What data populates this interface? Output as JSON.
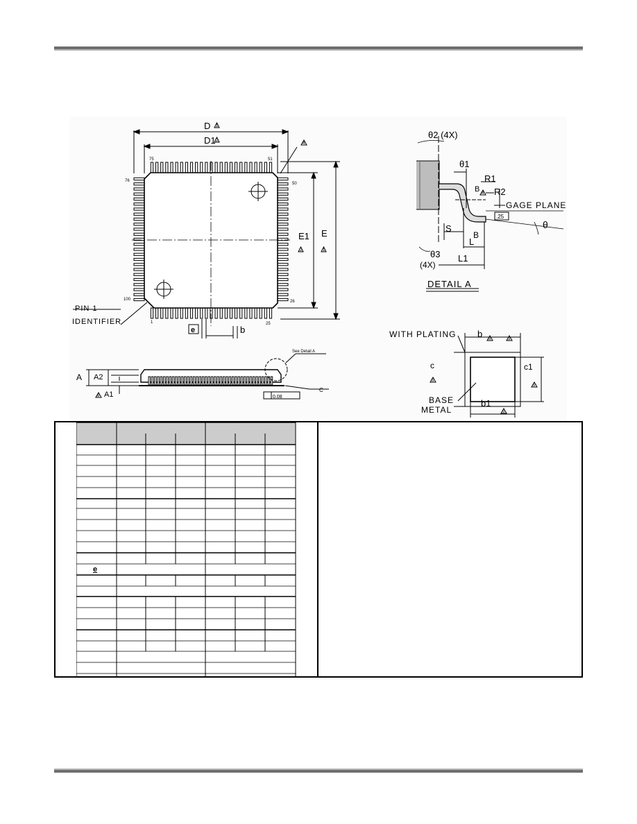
{
  "drawing": {
    "top_view": {
      "dim_D": "D",
      "dim_D1": "D1",
      "dim_E": "E",
      "dim_E1": "E1",
      "pin_labels": [
        "75",
        "51",
        "76",
        "50",
        "100",
        "26",
        "1",
        "25"
      ],
      "note_flag_D": "1",
      "note_flag_D1": "2",
      "note_flag_E": "1",
      "note_flag_E1": "2",
      "note_flag_corner": "4",
      "pin1_label_line1": "PIN 1",
      "pin1_label_line2": "IDENTIFIER",
      "pitch_symbol": "e",
      "lead_width": "b"
    },
    "side_view": {
      "A": "A",
      "A2": "A2",
      "A1": "A1",
      "A1_flag": "6",
      "see_detail": "See Detail A",
      "coplanarity": "0.08",
      "datum": "C"
    },
    "detail_a": {
      "title": "DETAIL A",
      "theta2": "θ2 (4X)",
      "theta1": "θ1",
      "theta3": "θ3",
      "theta3_count": "(4X)",
      "theta": "θ",
      "R1": "R1",
      "R2": "R2",
      "B": "B",
      "B_flag": "4",
      "gage_plane": "GAGE PLANE",
      "gage_value": ".25",
      "S": "S",
      "L": "L",
      "L1": "L1"
    },
    "section_bb": {
      "with_plating": "WITH PLATING",
      "b": "b",
      "b_flags": [
        "5",
        "3"
      ],
      "c": "c",
      "c_flag": "5",
      "c1": "c1",
      "c1_flag": "5",
      "base_metal_line1": "BASE",
      "base_metal_line2": "METAL",
      "b1": "b1",
      "b1_flag": "5"
    }
  },
  "table": {
    "e_symbol": "e"
  },
  "colors": {
    "rule_dark": "#6e6e6e",
    "rule_light": "#b4b4b4",
    "table_header": "#cccccc"
  }
}
